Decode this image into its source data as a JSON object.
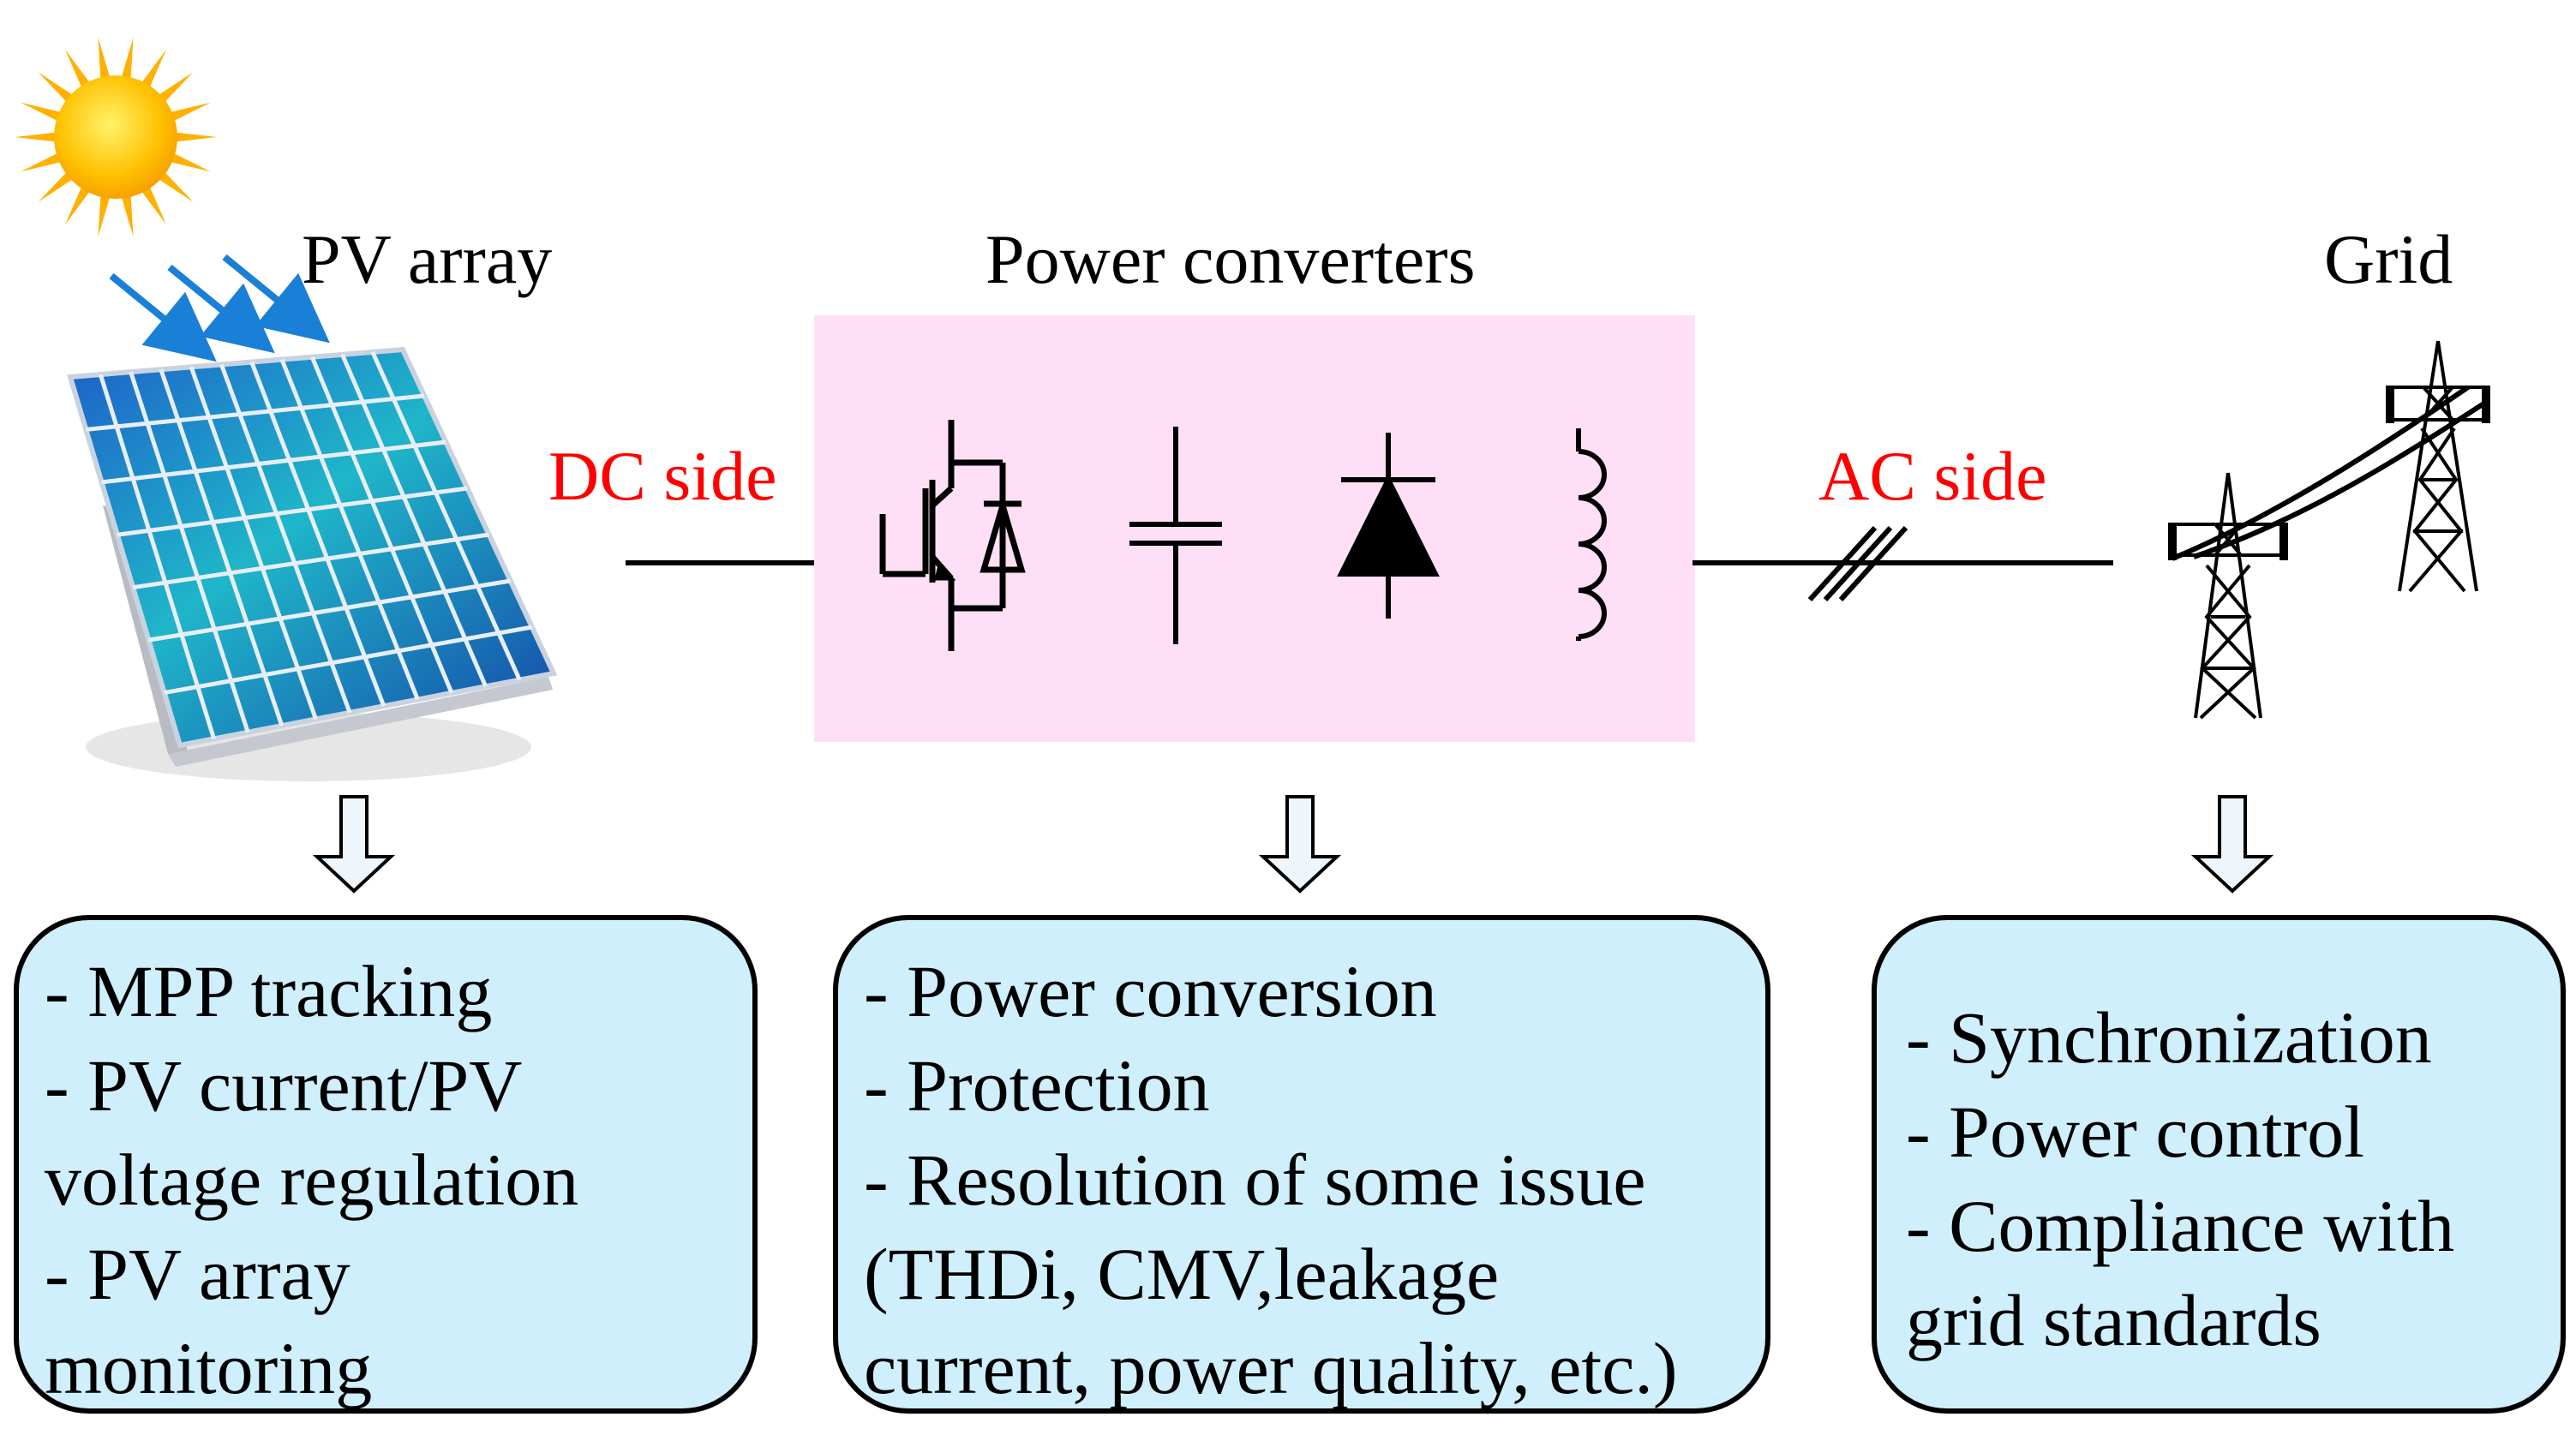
{
  "labels": {
    "pv_array": "PV array",
    "power_converters": "Power converters",
    "grid": "Grid",
    "dc_side": "DC side",
    "ac_side": "AC side"
  },
  "boxes": {
    "pv": {
      "lines": [
        "- MPP tracking",
        "- PV current/PV",
        "voltage regulation",
        "- PV array",
        "monitoring"
      ]
    },
    "converter": {
      "lines": [
        "- Power conversion",
        "- Protection",
        "- Resolution of some issue",
        "(THDi, CMV,leakage",
        "current, power quality, etc.)"
      ]
    },
    "grid": {
      "lines": [
        "- Synchronization",
        "- Power control",
        "- Compliance with",
        "grid standards"
      ]
    }
  },
  "colors": {
    "box_fill": "#cfeffc",
    "converter_fill": "#ffdff5",
    "side_label": "#ff0000",
    "sun": "#ffc000",
    "panel": "#1f6fd0",
    "ray_arrow": "#1a7fd6"
  },
  "icons": [
    "sun-icon",
    "solar-panel-icon",
    "igbt-symbol",
    "capacitor-symbol",
    "diode-symbol",
    "inductor-symbol",
    "transmission-tower-icon",
    "down-arrow-icon"
  ]
}
